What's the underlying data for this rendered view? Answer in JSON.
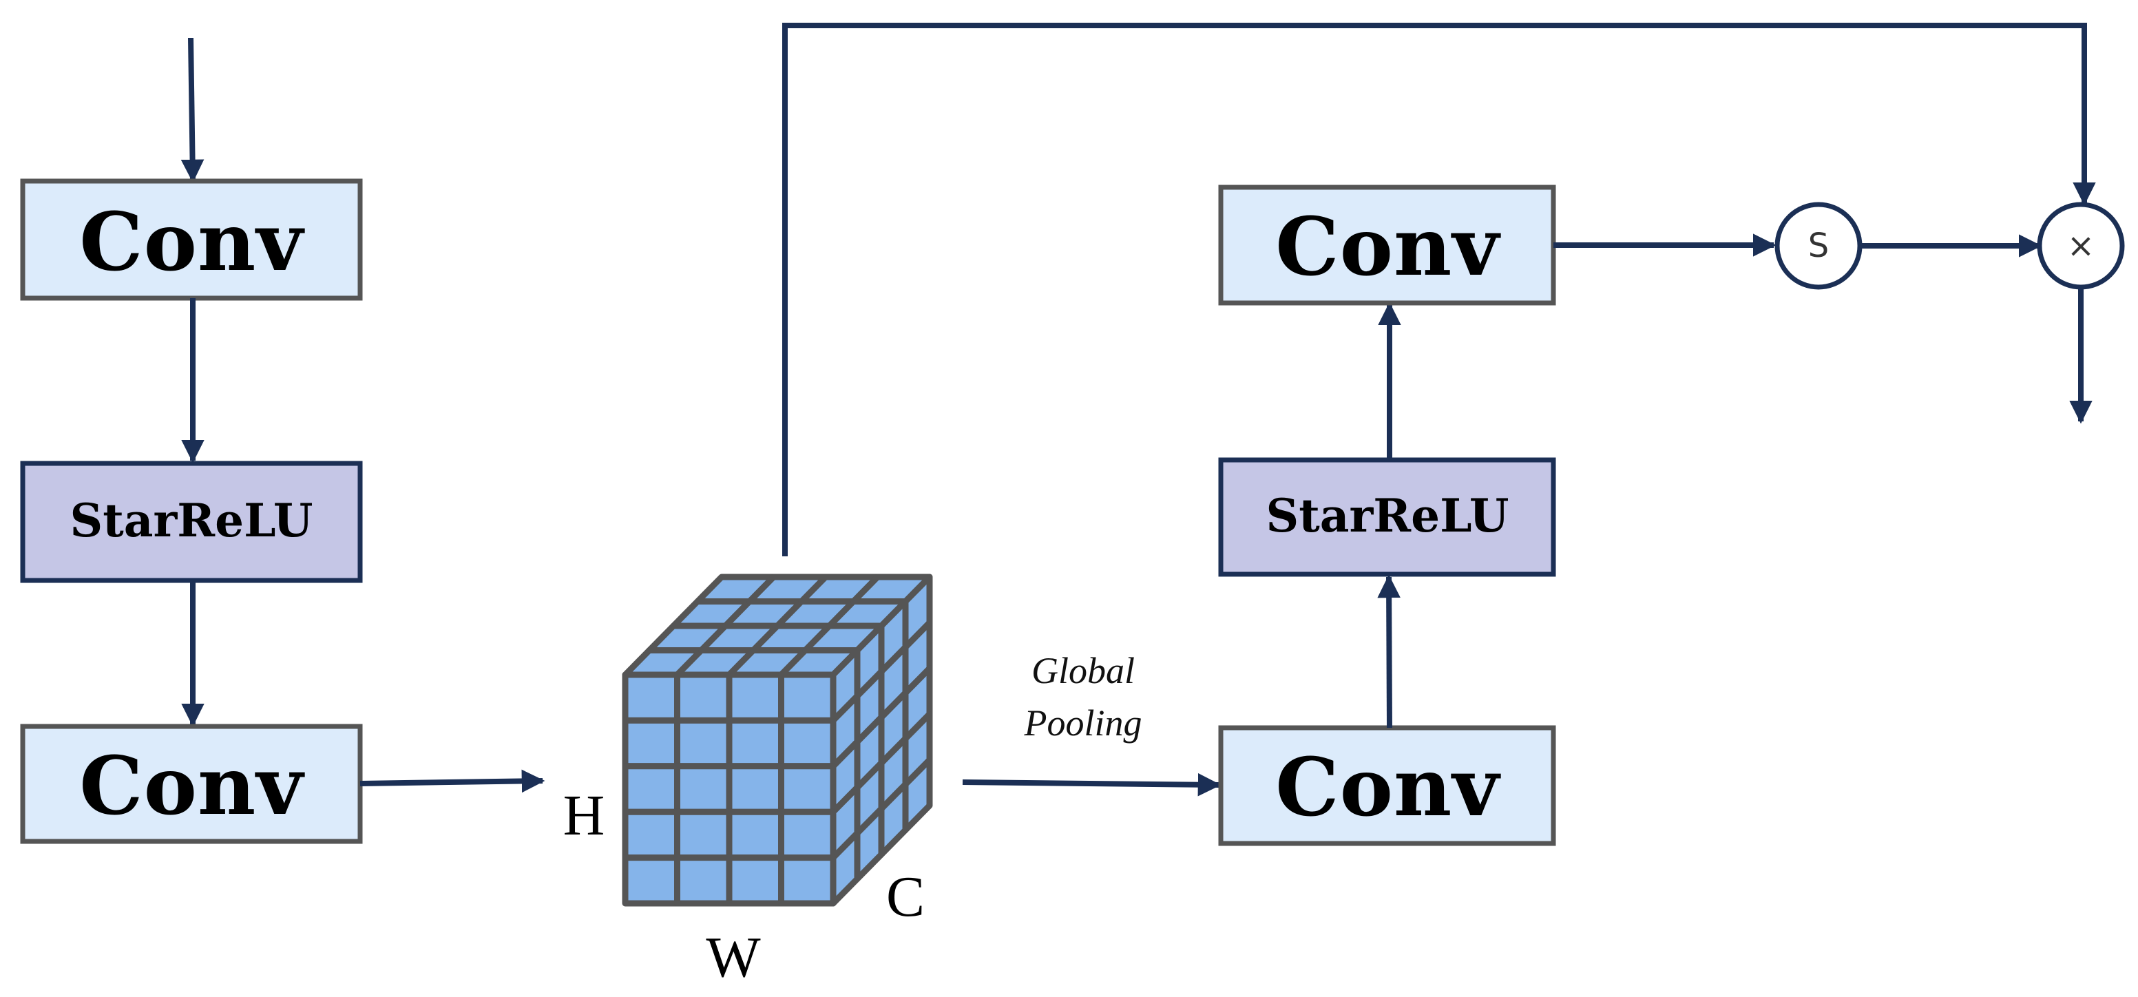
{
  "colors": {
    "arrow": "#1b2f55",
    "box_border": "#555555",
    "conv_fill": "#dcebfb",
    "activation_fill": "#c5c6e6",
    "activation_border": "#1b2f55",
    "cube_fill": "#85b4ea",
    "cube_grid": "#555555",
    "circle_border": "#1b2f55"
  },
  "left_branch": {
    "conv_top": "Conv",
    "activation": "StarReLU",
    "conv_bottom": "Conv"
  },
  "feature_map": {
    "height_label": "H",
    "width_label": "W",
    "channel_label": "C",
    "grid_rows": 5,
    "grid_cols": 4,
    "grid_depth": 4
  },
  "pooling_label_line1": "Global",
  "pooling_label_line2": "Pooling",
  "right_branch": {
    "conv_bottom": "Conv",
    "activation": "StarReLU",
    "conv_top": "Conv"
  },
  "ops": {
    "sigmoid": "S",
    "multiply": "×"
  }
}
